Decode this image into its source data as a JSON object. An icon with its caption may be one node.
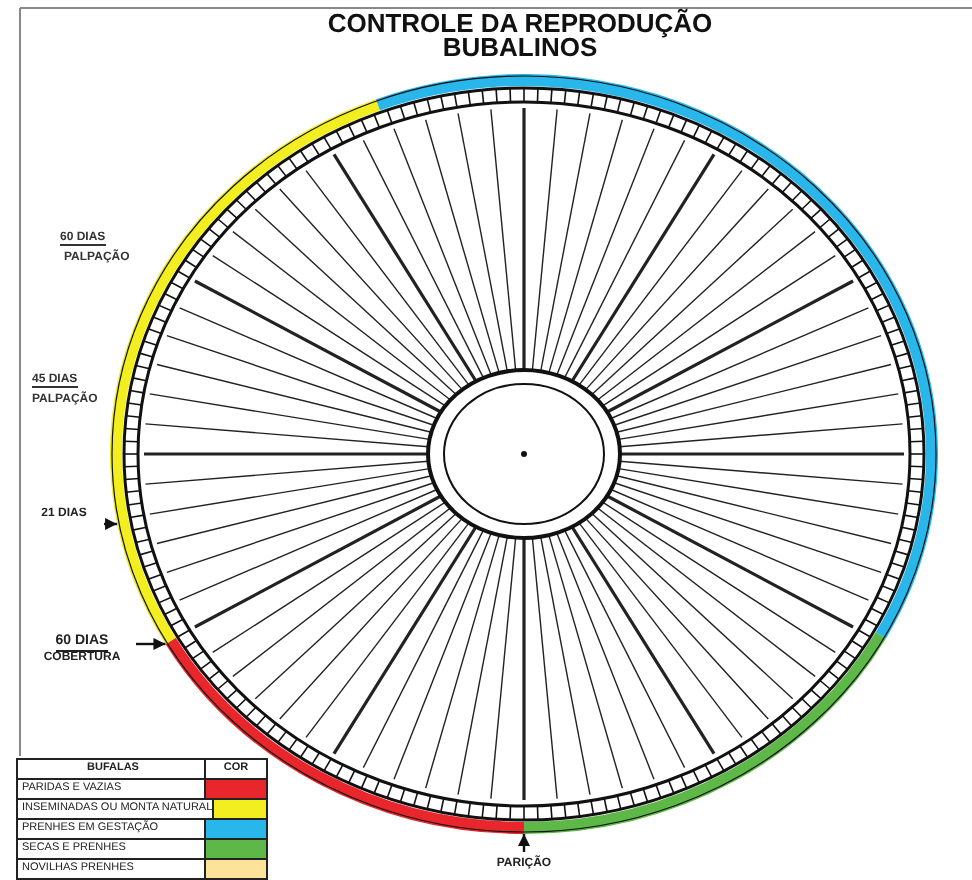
{
  "diagram": {
    "title": "CONTROLE DA REPRODUÇÃO BUBALINOS",
    "nodes": [
      {
        "text": [],
        "shape": "circle"
      },
      {
        "text": [
          "21 DIAS"
        ]
      },
      {
        "text": [
          "60 DIAS",
          "COBERTURA"
        ]
      },
      {
        "text": [
          "PARIÇÃO"
        ]
      }
    ],
    "edges": [
      {
        "from": 1,
        "to": 0,
        "arrow": "to"
      },
      {
        "from": 2,
        "to": 0,
        "arrow": "to"
      },
      {
        "from": 3,
        "to": 0,
        "arrow": "to"
      }
    ],
    "labels": [
      "60 DIAS",
      "PALPAÇÃO",
      "45 DIAS",
      "PALPAÇÃO",
      "BUFALAS",
      "COR"
    ],
    "legend": [
      {
        "text": "PARIDAS E VAZIAS",
        "color": "#e8262b"
      },
      {
        "text": "INSEMINADAS OU MONTA NATURAL",
        "color": "#f2ee1f"
      },
      {
        "text": "PRENHES EM GESTAÇÃO",
        "color": "#29b6ea"
      },
      {
        "text": "SECAS E PRENHES",
        "color": "#5db847"
      },
      {
        "text": "NOVILHAS PRENHES",
        "color": "#fde39a"
      }
    ]
  }
}
